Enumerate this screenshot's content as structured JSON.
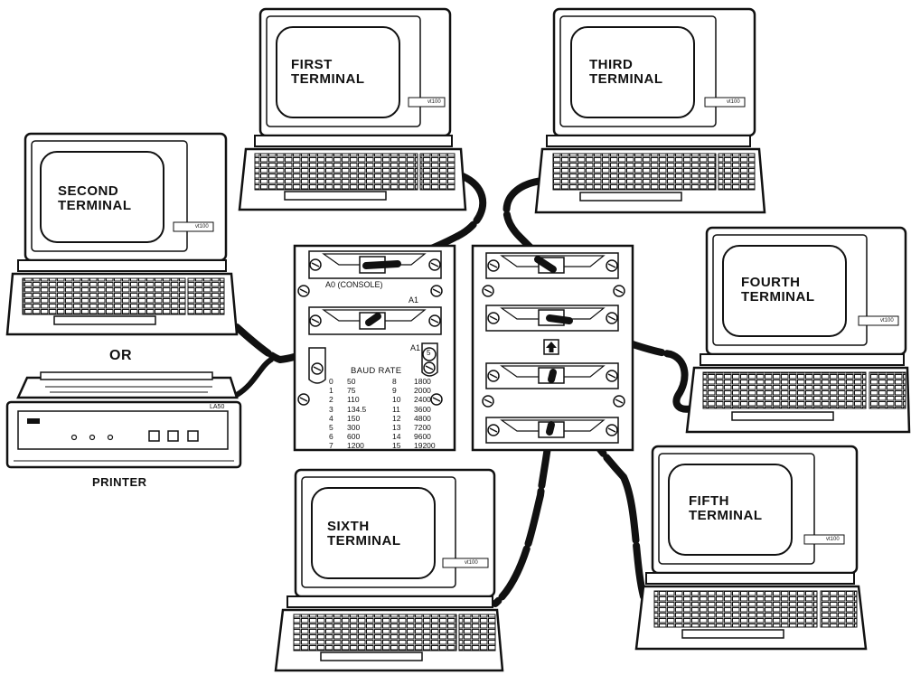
{
  "terminals": {
    "first": {
      "line1": "FIRST",
      "line2": "TERMINAL"
    },
    "second": {
      "line1": "SECOND",
      "line2": "TERMINAL"
    },
    "third": {
      "line1": "THIRD",
      "line2": "TERMINAL"
    },
    "fourth": {
      "line1": "FOURTH",
      "line2": "TERMINAL"
    },
    "fifth": {
      "line1": "FIFTH",
      "line2": "TERMINAL"
    },
    "sixth": {
      "line1": "SIXTH",
      "line2": "TERMINAL"
    }
  },
  "brand_badge": "vt100",
  "or_label": "OR",
  "printer": {
    "label": "PRINTER",
    "model": "LA50"
  },
  "left_panel": {
    "port_a0": "A0 (CONSOLE)",
    "port_a1": "A1",
    "switch_label": "A1",
    "switch_value": "5",
    "baud_title": "BAUD RATE",
    "baud_rows": [
      [
        "0",
        "50",
        "8",
        "1800"
      ],
      [
        "1",
        "75",
        "9",
        "2000"
      ],
      [
        "2",
        "110",
        "10",
        "2400"
      ],
      [
        "3",
        "134.5",
        "11",
        "3600"
      ],
      [
        "4",
        "150",
        "12",
        "4800"
      ],
      [
        "5",
        "300",
        "13",
        "7200"
      ],
      [
        "6",
        "600",
        "14",
        "9600"
      ],
      [
        "7",
        "1200",
        "15",
        "19200"
      ]
    ]
  }
}
